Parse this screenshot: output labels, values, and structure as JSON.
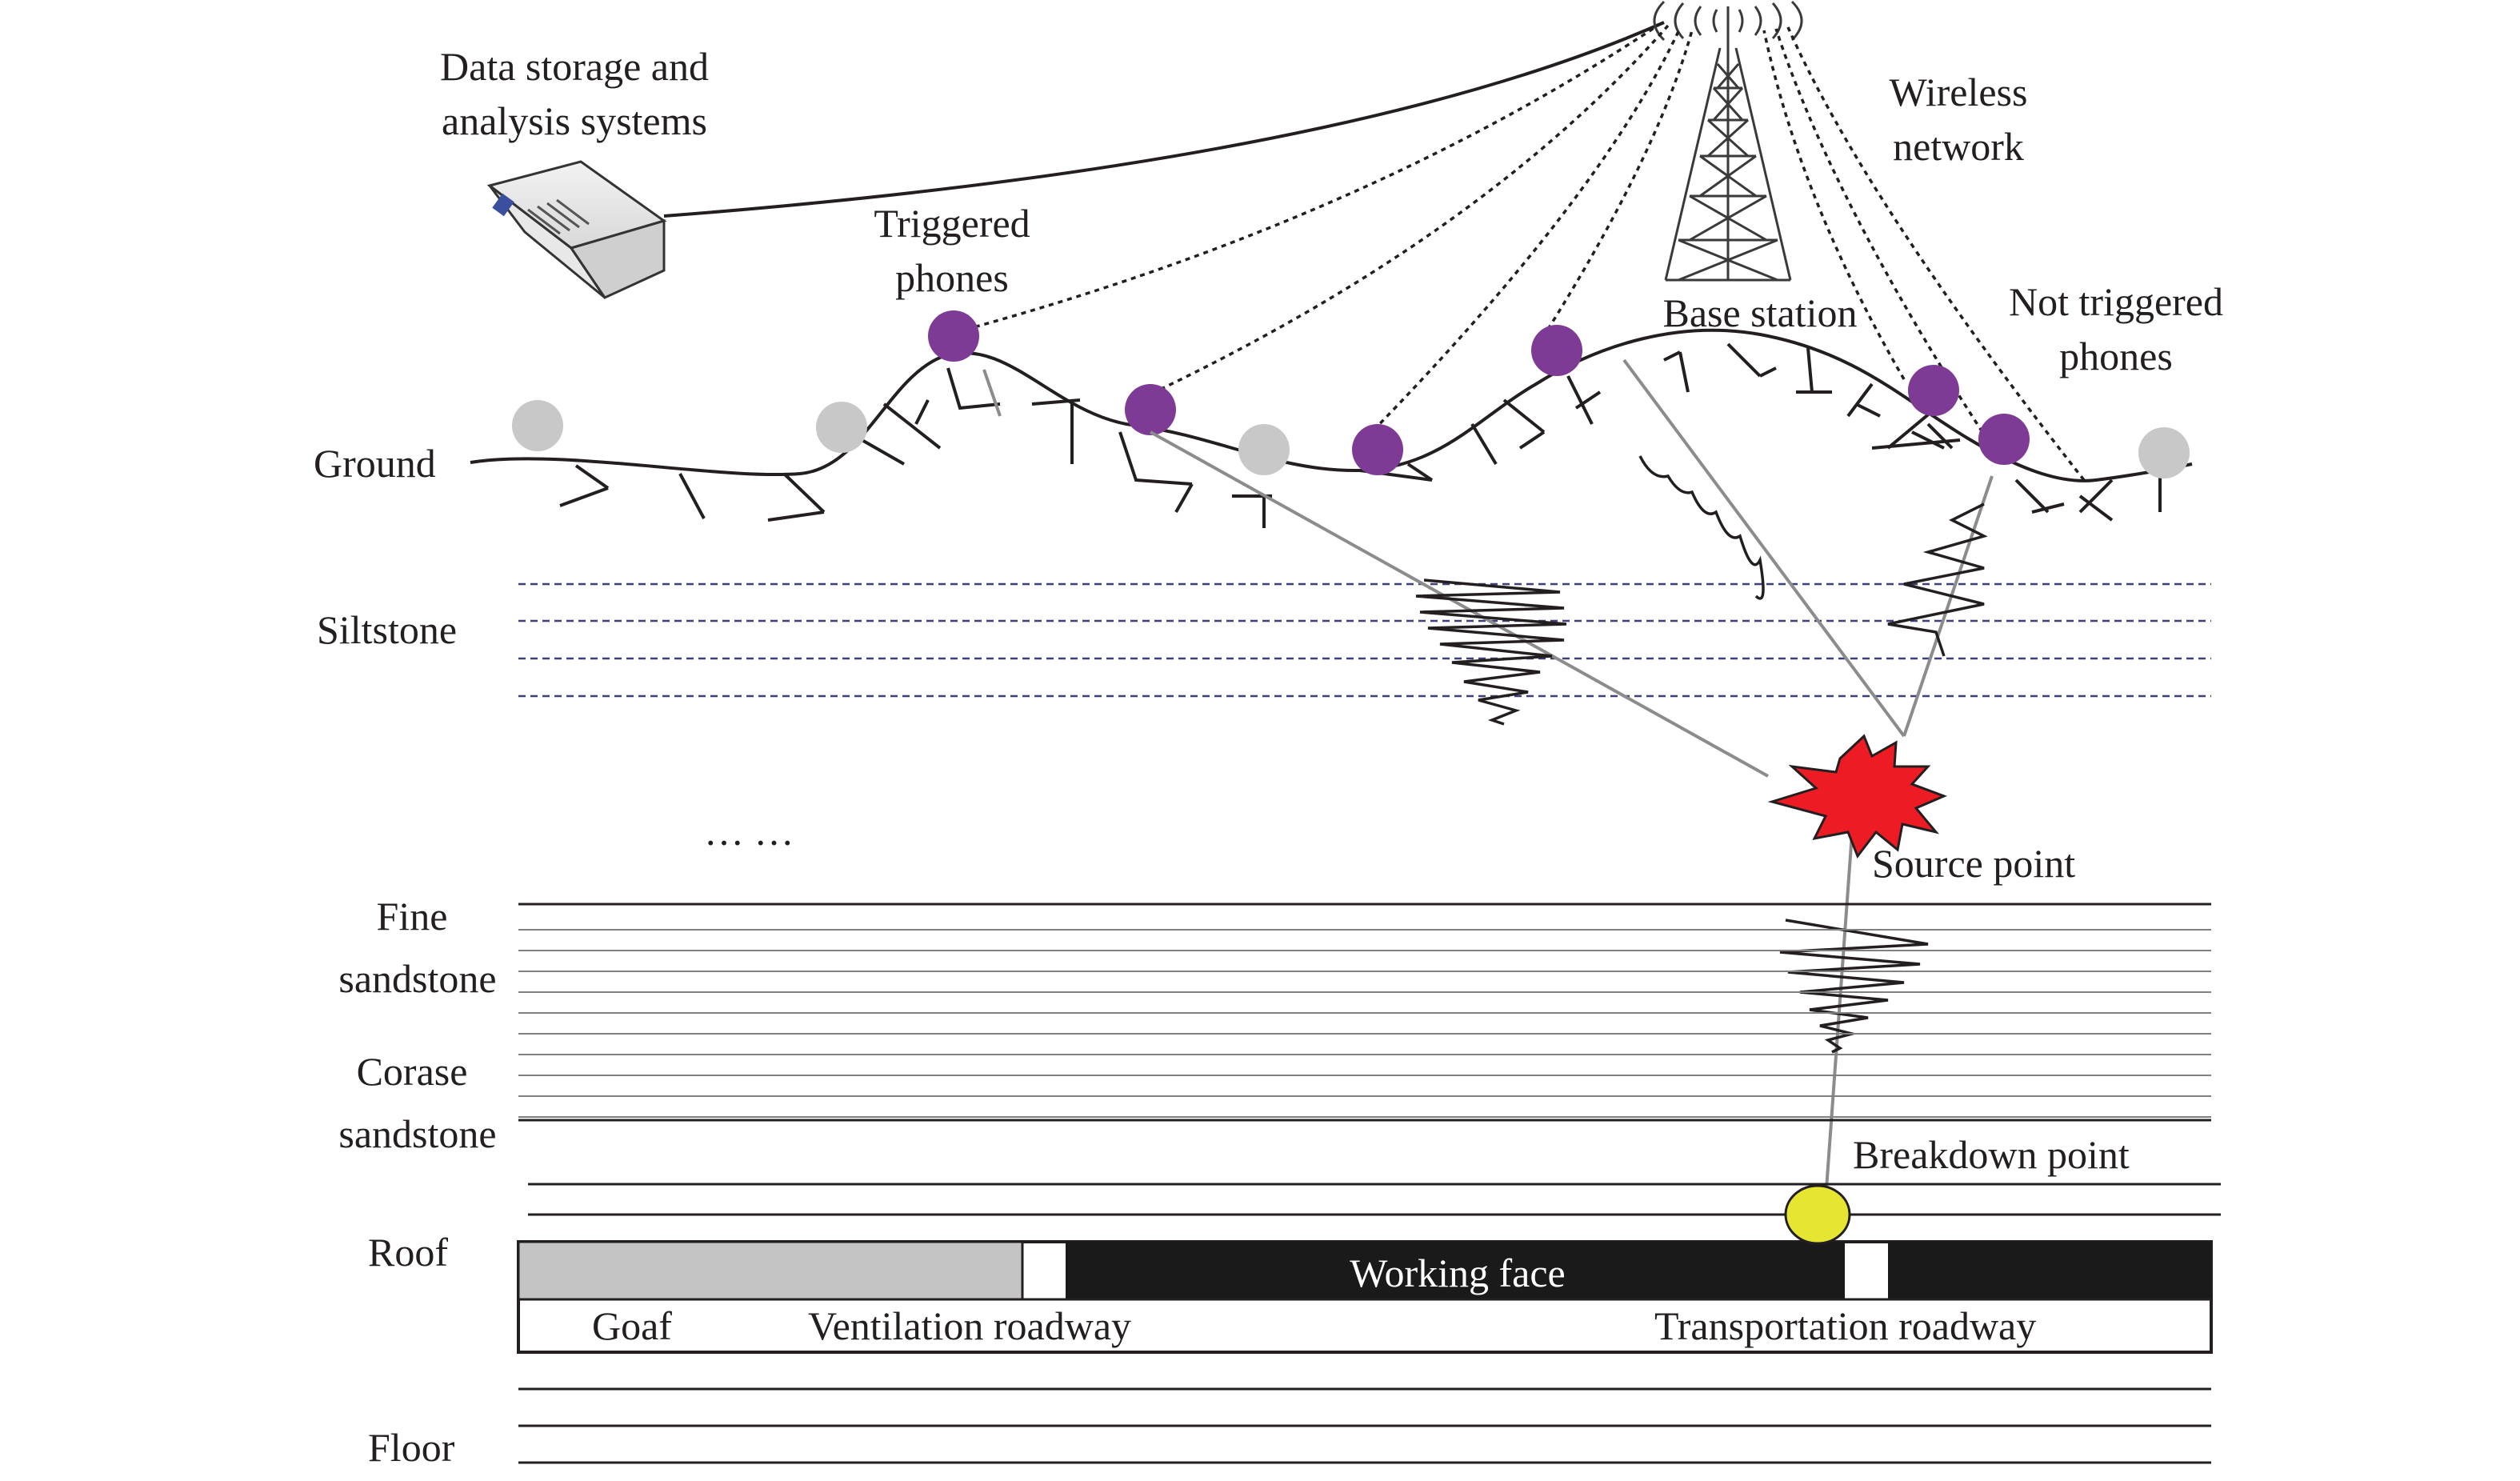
{
  "labels": {
    "data_storage_line1": "Data storage and",
    "data_storage_line2": "analysis systems",
    "triggered_line1": "Triggered",
    "triggered_line2": "phones",
    "wireless_line1": "Wireless",
    "wireless_line2": "network",
    "base_station": "Base station",
    "not_triggered_line1": "Not triggered",
    "not_triggered_line2": "phones",
    "source_point": "Source point",
    "breakdown_point": "Breakdown point",
    "ellipsis": "…  …"
  },
  "strata": {
    "ground": "Ground",
    "siltstone": "Siltstone",
    "fine_line1": "Fine",
    "fine_line2": "sandstone",
    "coarse_line1": "Corase",
    "coarse_line2": "sandstone",
    "roof": "Roof",
    "floor": "Floor"
  },
  "mine": {
    "working_face": "Working face",
    "goaf": "Goaf",
    "ventilation_roadway": "Ventilation roadway",
    "transportation_roadway": "Transportation roadway"
  },
  "colors": {
    "triggered_phone": "#7d3b96",
    "not_triggered_phone": "#c8c8c8",
    "source_point": "#ed1c24",
    "breakdown_point": "#e6e632",
    "siltstone_line": "#3f3f7a",
    "goaf_fill": "#c4c4c4",
    "working_face_fill": "#1a1a1a"
  }
}
